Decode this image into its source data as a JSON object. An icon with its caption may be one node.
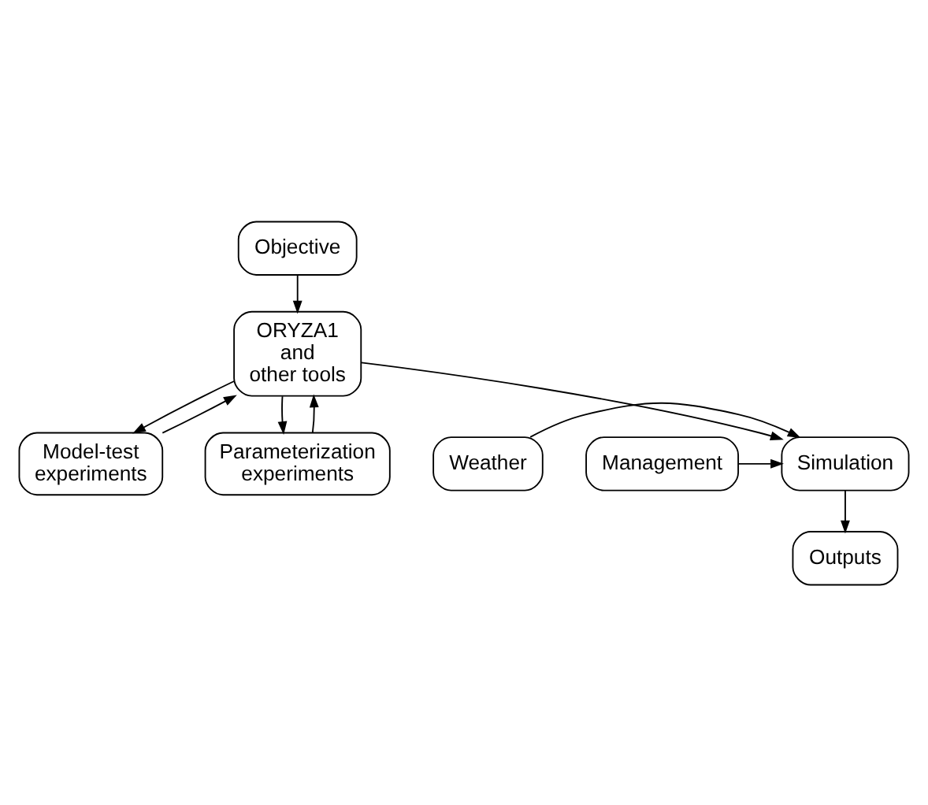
{
  "diagram": {
    "nodes": [
      {
        "text": [
          "Objective"
        ]
      },
      {
        "text": [
          "ORYZA1 and other tools"
        ]
      },
      {
        "text": [
          "Model-test experiments"
        ]
      },
      {
        "text": [
          "Parameterization experiments"
        ]
      },
      {
        "text": [
          "Weather"
        ]
      },
      {
        "text": [
          "Simulation"
        ]
      },
      {
        "text": [
          "Management"
        ]
      },
      {
        "text": [
          "Outputs"
        ]
      }
    ],
    "edges": [
      {
        "from": 0,
        "to": 1,
        "arrow": "to"
      },
      {
        "from": 1,
        "to": 2,
        "arrow": "to"
      },
      {
        "from": 2,
        "to": 1,
        "arrow": "to"
      },
      {
        "from": 1,
        "to": 3,
        "arrow": "to"
      },
      {
        "from": 3,
        "to": 1,
        "arrow": "to"
      },
      {
        "from": 1,
        "to": 5,
        "arrow": "to"
      },
      {
        "from": 4,
        "to": 5,
        "arrow": "to"
      },
      {
        "from": 6,
        "to": 5,
        "arrow": "to"
      },
      {
        "from": 5,
        "to": 7,
        "arrow": "to"
      }
    ]
  }
}
